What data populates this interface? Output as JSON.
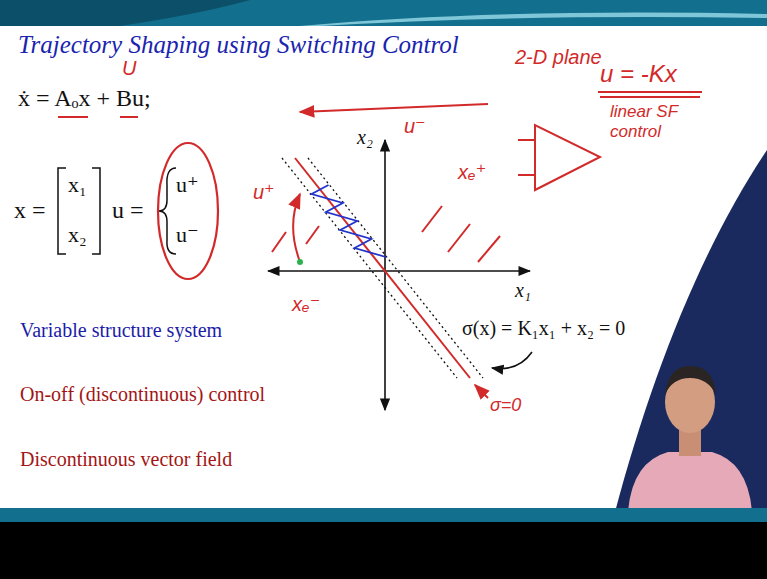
{
  "diagram": {
    "title": "Trajectory Shaping using Switching Control",
    "labels": [
      "ẋ = Aₒx + Bu;",
      "U",
      "x =",
      "x₁",
      "x₂",
      "u =",
      "u⁺",
      "u⁻",
      "x₂",
      "x₁",
      "σ(x) = K₁x₁ + x₂ = 0",
      "Variable structure system",
      "On-off (discontinuous) control",
      "Discontinuous vector field",
      "2-D plane",
      "u = -Kx",
      "linear SF control",
      "u⁻",
      "u⁺",
      "xₑ⁺",
      "xₑ⁻",
      "σ=0"
    ]
  }
}
